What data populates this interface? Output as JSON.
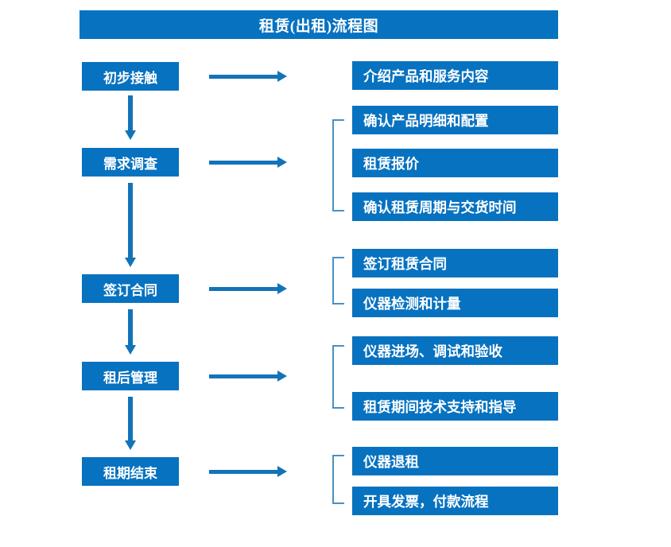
{
  "chart_data": {
    "type": "diagram",
    "title": "租赁(出租)流程图",
    "diagram_kind": "flowchart",
    "orientation": "vertical-with-side-branches",
    "stages": [
      {
        "label": "初步接触",
        "details": [
          "介绍产品和服务内容"
        ]
      },
      {
        "label": "需求调查",
        "details": [
          "确认产品明细和配置",
          "租赁报价",
          "确认租赁周期与交货时间"
        ]
      },
      {
        "label": "签订合同",
        "details": [
          "签订租赁合同",
          "仪器检测和计量"
        ]
      },
      {
        "label": "租后管理",
        "details": [
          "仪器进场、调试和验收",
          "租赁期间技术支持和指导"
        ]
      },
      {
        "label": "租期结束",
        "details": [
          "仪器退租",
          "开具发票，付款流程"
        ]
      }
    ]
  },
  "header": {
    "title": "租赁(出租)流程图"
  },
  "stages": [
    {
      "label": "初步接触"
    },
    {
      "label": "需求调查"
    },
    {
      "label": "签订合同"
    },
    {
      "label": "租后管理"
    },
    {
      "label": "租期结束"
    }
  ],
  "details": [
    {
      "label": "介绍产品和服务内容"
    },
    {
      "label": "确认产品明细和配置"
    },
    {
      "label": "租赁报价"
    },
    {
      "label": "确认租赁周期与交货时间"
    },
    {
      "label": "签订租赁合同"
    },
    {
      "label": "仪器检测和计量"
    },
    {
      "label": "仪器进场、调试和验收"
    },
    {
      "label": "租赁期间技术支持和指导"
    },
    {
      "label": "仪器退租"
    },
    {
      "label": "开具发票，付款流程"
    }
  ],
  "colors": {
    "box_fill": "#0772c0",
    "box_text": "#ffffff",
    "arrow": "#1273b8",
    "bracket": "#4a8fc4",
    "background": "#ffffff"
  }
}
